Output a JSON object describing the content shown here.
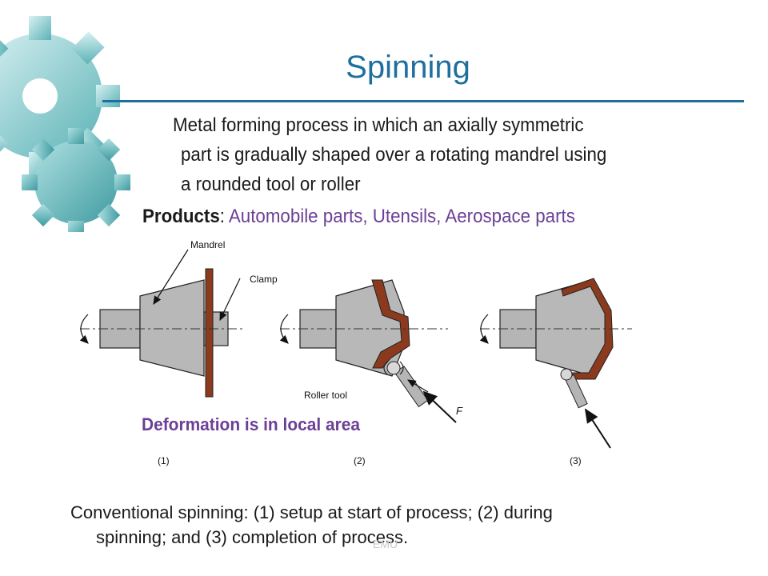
{
  "slide": {
    "title": "Spinning",
    "definition": {
      "line1": "Metal forming process in which an axially symmetric",
      "line2": "part is gradually shaped over a rotating mandrel using",
      "line3": "a rounded tool or roller"
    },
    "products": {
      "label": "Products",
      "separator": ": ",
      "value": "Automobile parts, Utensils, Aerospace parts"
    },
    "deformation_note": "Deformation is in local area",
    "caption": {
      "line1": "Conventional spinning: (1) setup at start of process; (2) during",
      "line2": "spinning; and (3) completion of process."
    },
    "footer": "EMU"
  },
  "figure": {
    "labels": {
      "mandrel": "Mandrel",
      "clamp": "Clamp",
      "roller_tool": "Roller tool",
      "force": "F"
    },
    "stages": [
      "(1)",
      "(2)",
      "(3)"
    ]
  },
  "colors": {
    "title": "#1f6f9e",
    "accent_purple": "#6b3f96",
    "workpiece": "#8b3a1e",
    "mandrel_gray": "#b8b8b8",
    "gear_teal": "#4aa3a8"
  }
}
